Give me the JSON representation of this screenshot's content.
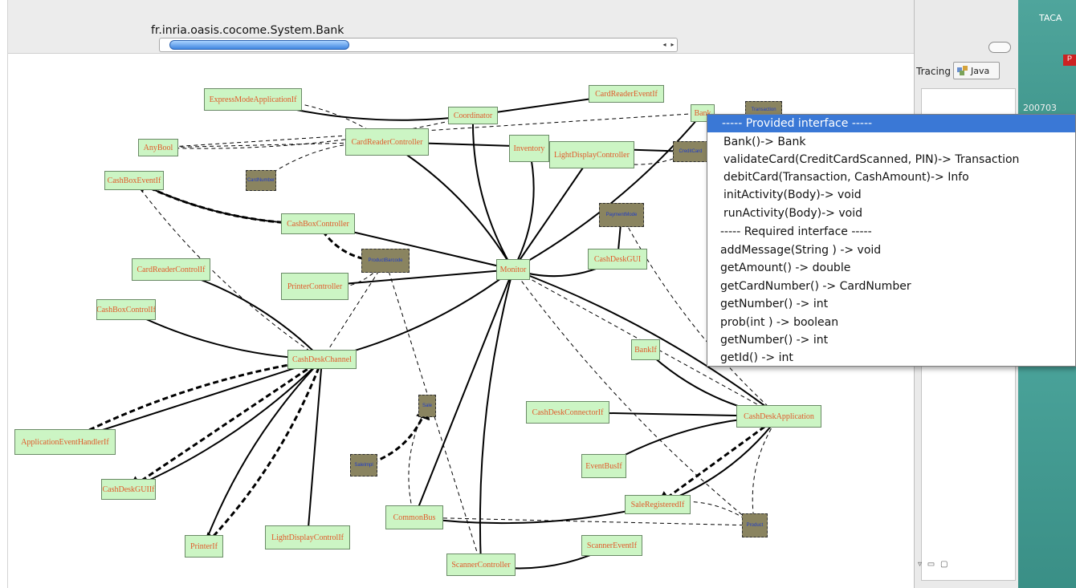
{
  "window": {
    "path_title": "fr.inria.oasis.cocome.System.Bank",
    "scroll_left": "◂",
    "scroll_right": "▸"
  },
  "side_panel": {
    "tracing_label": "Tracing",
    "java_label": "Java",
    "view_controls": "▿ ▭ ▢",
    "bottom_controls": "▿ ▭ ▢"
  },
  "desktop": {
    "text_top": "TACA",
    "text_date": "200703",
    "badge": "P"
  },
  "diagram": {
    "nodes": [
      {
        "id": "ExpressModeApplicationIf",
        "label": "ExpressModeApplicationIf",
        "kind": "interface"
      },
      {
        "id": "Coordinator",
        "label": "Coordinator",
        "kind": "component"
      },
      {
        "id": "CardReaderEventIf",
        "label": "CardReaderEventIf",
        "kind": "interface"
      },
      {
        "id": "Bank",
        "label": "Bank",
        "kind": "component"
      },
      {
        "id": "Transaction",
        "label": "Transaction",
        "kind": "data"
      },
      {
        "id": "AnyBool",
        "label": "AnyBool",
        "kind": "interface"
      },
      {
        "id": "CardReaderController",
        "label": "CardReaderController",
        "kind": "component"
      },
      {
        "id": "Inventory",
        "label": "Inventory",
        "kind": "component"
      },
      {
        "id": "LightDisplayController",
        "label": "LightDisplayController",
        "kind": "component"
      },
      {
        "id": "CreditCard",
        "label": "CreditCard",
        "kind": "data"
      },
      {
        "id": "CashBoxEventIf",
        "label": "CashBoxEventIf",
        "kind": "interface"
      },
      {
        "id": "CardNumber",
        "label": "CardNumber",
        "kind": "data"
      },
      {
        "id": "CashBoxController",
        "label": "CashBoxController",
        "kind": "component"
      },
      {
        "id": "PaymentMode",
        "label": "PaymentMode",
        "kind": "data"
      },
      {
        "id": "CardReaderControlIf",
        "label": "CardReaderControlIf",
        "kind": "interface"
      },
      {
        "id": "ProductBarcode",
        "label": "ProductBarcode",
        "kind": "data"
      },
      {
        "id": "Monitor",
        "label": "Monitor",
        "kind": "component"
      },
      {
        "id": "CashDeskGUI",
        "label": "CashDeskGUI",
        "kind": "component"
      },
      {
        "id": "PrinterController",
        "label": "PrinterController",
        "kind": "component"
      },
      {
        "id": "CashBoxControlIf",
        "label": "CashBoxControlIf",
        "kind": "interface"
      },
      {
        "id": "CashDeskChannel",
        "label": "CashDeskChannel",
        "kind": "component"
      },
      {
        "id": "BankIf",
        "label": "BankIf",
        "kind": "interface"
      },
      {
        "id": "Sale",
        "label": "Sale",
        "kind": "data"
      },
      {
        "id": "CashDeskConnectorIf",
        "label": "CashDeskConnectorIf",
        "kind": "interface"
      },
      {
        "id": "CashDeskApplication",
        "label": "CashDeskApplication",
        "kind": "component"
      },
      {
        "id": "ApplicationEventHandlerIf",
        "label": "ApplicationEventHandlerIf",
        "kind": "interface"
      },
      {
        "id": "SaleImpl",
        "label": "SaleImpl",
        "kind": "data"
      },
      {
        "id": "EventBusIf",
        "label": "EventBusIf",
        "kind": "interface"
      },
      {
        "id": "CashDeskGUIIf",
        "label": "CashDeskGUIIf",
        "kind": "interface"
      },
      {
        "id": "SaleRegisteredIf",
        "label": "SaleRegisteredIf",
        "kind": "interface"
      },
      {
        "id": "CommonBus",
        "label": "CommonBus",
        "kind": "component"
      },
      {
        "id": "Product",
        "label": "Product",
        "kind": "data"
      },
      {
        "id": "PrinterIf",
        "label": "PrinterIf",
        "kind": "interface"
      },
      {
        "id": "LightDisplayControlIf",
        "label": "LightDisplayControlIf",
        "kind": "interface"
      },
      {
        "id": "ScannerEventIf",
        "label": "ScannerEventIf",
        "kind": "interface"
      },
      {
        "id": "ScannerController",
        "label": "ScannerController",
        "kind": "component"
      }
    ],
    "edges": [
      {
        "from": "Coordinator",
        "to": "ExpressModeApplicationIf",
        "style": "solid"
      },
      {
        "from": "Coordinator",
        "to": "CardReaderEventIf",
        "style": "solid"
      },
      {
        "from": "Coordinator",
        "to": "Monitor",
        "style": "solid"
      },
      {
        "from": "Coordinator",
        "to": "AnyBool",
        "style": "dashed"
      },
      {
        "from": "CardReaderController",
        "to": "AnyBool",
        "style": "dashed"
      },
      {
        "from": "CardReaderController",
        "to": "CardNumber",
        "style": "dashed"
      },
      {
        "from": "CardReaderController",
        "to": "Monitor",
        "style": "solid"
      },
      {
        "from": "CardReaderController",
        "to": "CreditCard",
        "style": "solid"
      },
      {
        "from": "CardReaderController",
        "to": "ExpressModeApplicationIf",
        "style": "dashed"
      },
      {
        "from": "Bank",
        "to": "Monitor",
        "style": "solid"
      },
      {
        "from": "Bank",
        "to": "AnyBool",
        "style": "dashed"
      },
      {
        "from": "Bank",
        "to": "Transaction",
        "style": "dashed"
      },
      {
        "from": "Inventory",
        "to": "Monitor",
        "style": "solid"
      },
      {
        "from": "LightDisplayController",
        "to": "Monitor",
        "style": "solid"
      },
      {
        "from": "LightDisplayController",
        "to": "CreditCard",
        "style": "dashed"
      },
      {
        "from": "CashBoxController",
        "to": "CashBoxEventIf",
        "style": "heavy-dashed"
      },
      {
        "from": "CashBoxController",
        "to": "Monitor",
        "style": "solid"
      },
      {
        "from": "CashBoxController",
        "to": "ProductBarcode",
        "style": "heavy-dashed"
      },
      {
        "from": "CashBoxController",
        "to": "CashBoxEventIf",
        "style": "solid"
      },
      {
        "from": "PrinterController",
        "to": "Monitor",
        "style": "solid"
      },
      {
        "from": "PrinterController",
        "to": "ProductBarcode",
        "style": "dashed"
      },
      {
        "from": "CashDeskGUI",
        "to": "Monitor",
        "style": "solid"
      },
      {
        "from": "CashDeskGUI",
        "to": "PaymentMode",
        "style": "solid"
      },
      {
        "from": "CashDeskChannel",
        "to": "CardReaderControlIf",
        "style": "solid"
      },
      {
        "from": "CashDeskChannel",
        "to": "CashBoxControlIf",
        "style": "solid"
      },
      {
        "from": "CashDeskChannel",
        "to": "ApplicationEventHandlerIf",
        "style": "solid"
      },
      {
        "from": "CashDeskChannel",
        "to": "ApplicationEventHandlerIf",
        "style": "heavy-dashed"
      },
      {
        "from": "CashDeskChannel",
        "to": "CashDeskGUIIf",
        "style": "solid"
      },
      {
        "from": "CashDeskChannel",
        "to": "CashDeskGUIIf",
        "style": "heavy-dashed"
      },
      {
        "from": "CashDeskChannel",
        "to": "PrinterIf",
        "style": "solid"
      },
      {
        "from": "CashDeskChannel",
        "to": "PrinterIf",
        "style": "heavy-dashed"
      },
      {
        "from": "CashDeskChannel",
        "to": "LightDisplayControlIf",
        "style": "solid"
      },
      {
        "from": "CashDeskChannel",
        "to": "Monitor",
        "style": "solid"
      },
      {
        "from": "CashDeskChannel",
        "to": "CashBoxEventIf",
        "style": "dashed"
      },
      {
        "from": "CashDeskChannel",
        "to": "ProductBarcode",
        "style": "dashed"
      },
      {
        "from": "CashDeskApplication",
        "to": "Monitor",
        "style": "solid"
      },
      {
        "from": "CashDeskApplication",
        "to": "BankIf",
        "style": "solid"
      },
      {
        "from": "CashDeskApplication",
        "to": "CashDeskConnectorIf",
        "style": "solid"
      },
      {
        "from": "CashDeskApplication",
        "to": "EventBusIf",
        "style": "solid"
      },
      {
        "from": "CashDeskApplication",
        "to": "SaleRegisteredIf",
        "style": "solid"
      },
      {
        "from": "CashDeskApplication",
        "to": "SaleRegisteredIf",
        "style": "heavy-dashed"
      },
      {
        "from": "CashDeskApplication",
        "to": "Product",
        "style": "dashed"
      },
      {
        "from": "CashDeskApplication",
        "to": "PaymentMode",
        "style": "dashed"
      },
      {
        "from": "CommonBus",
        "to": "Monitor",
        "style": "solid"
      },
      {
        "from": "CommonBus",
        "to": "SaleRegisteredIf",
        "style": "solid"
      },
      {
        "from": "CommonBus",
        "to": "Sale",
        "style": "dashed"
      },
      {
        "from": "CommonBus",
        "to": "Product",
        "style": "dashed"
      },
      {
        "from": "ScannerController",
        "to": "ScannerEventIf",
        "style": "solid"
      },
      {
        "from": "ScannerController",
        "to": "Monitor",
        "style": "solid"
      },
      {
        "from": "ScannerController",
        "to": "ProductBarcode",
        "style": "dashed"
      },
      {
        "from": "SaleImpl",
        "to": "Sale",
        "style": "heavy-dashed"
      },
      {
        "from": "SaleRegisteredIf",
        "to": "Product",
        "style": "dashed"
      },
      {
        "from": "Monitor",
        "to": "CashDeskApplication",
        "style": "dashed"
      },
      {
        "from": "Monitor",
        "to": "Product",
        "style": "dashed"
      }
    ]
  },
  "popup": {
    "provided_header": "----- Provided interface -----",
    "provided": [
      "Bank()-> Bank",
      "validateCard(CreditCardScanned, PIN)-> Transaction",
      "debitCard(Transaction, CashAmount)-> Info",
      "initActivity(Body)-> void",
      "runActivity(Body)-> void"
    ],
    "required_header": "----- Required interface -----",
    "required": [
      "addMessage(String ) -> void",
      "getAmount() -> double",
      "getCardNumber() -> CardNumber",
      "getNumber() -> int",
      "prob(int ) -> boolean",
      "getNumber() -> int",
      "getId() -> int"
    ]
  },
  "colors": {
    "node_fill": "#ccf5c4",
    "node_text": "#e05a2a",
    "data_fill": "#8a8460",
    "data_text": "#1e3cc8",
    "selection": "#3a78d6"
  }
}
